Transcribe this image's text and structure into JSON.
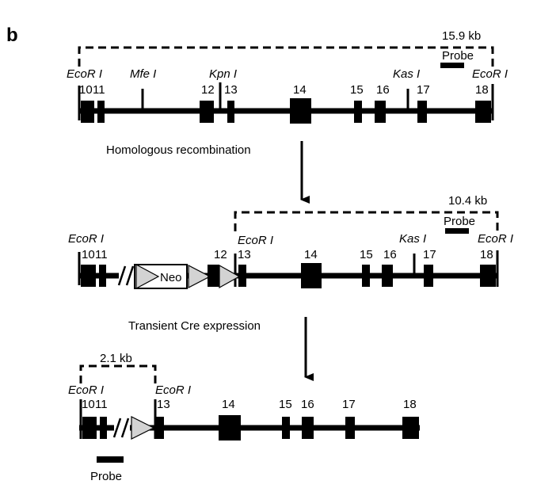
{
  "panel_label": "b",
  "wild_type": {
    "size": "15.9 kb",
    "probe": "Probe",
    "sites": [
      "EcoR I",
      "Mfe I",
      "Kpn I",
      "Kas I",
      "EcoR I"
    ],
    "exons": [
      "10",
      "11",
      "12",
      "13",
      "14",
      "15",
      "16",
      "17",
      "18"
    ]
  },
  "step1": "Homologous recombination",
  "targeted": {
    "size": "10.4 kb",
    "probe": "Probe",
    "sites": [
      "EcoR I",
      "EcoR I",
      "Kas I",
      "EcoR I"
    ],
    "exons": [
      "10",
      "11",
      "12",
      "13",
      "14",
      "15",
      "16",
      "17",
      "18"
    ],
    "neo": "Neo"
  },
  "step2": "Transient Cre expression",
  "deleted": {
    "size": "2.1 kb",
    "probe": "Probe",
    "sites": [
      "EcoR I",
      "EcoR I"
    ],
    "exons": [
      "10",
      "11",
      "13",
      "14",
      "15",
      "16",
      "17",
      "18"
    ]
  }
}
